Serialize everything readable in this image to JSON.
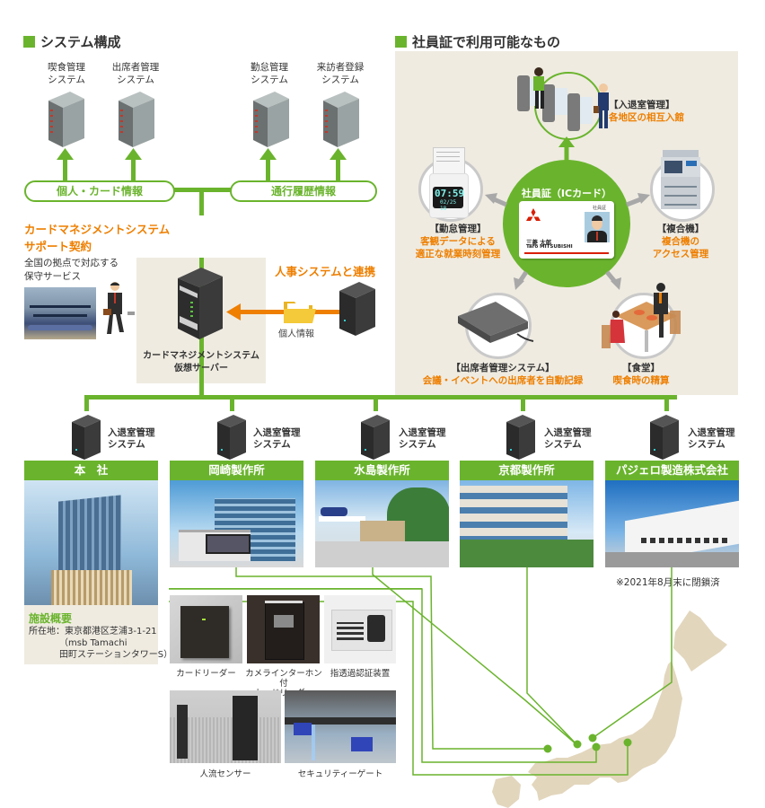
{
  "left_section": {
    "title": "システム構成",
    "top_systems": [
      {
        "line1": "喫食管理",
        "line2": "システム"
      },
      {
        "line1": "出席者管理",
        "line2": "システム"
      },
      {
        "line1": "勤怠管理",
        "line2": "システム"
      },
      {
        "line1": "来訪者登録",
        "line2": "システム"
      }
    ],
    "pill_left": "個人・カード情報",
    "pill_right": "通行履歴情報",
    "support": {
      "title_line1": "カードマネジメントシステム",
      "title_line2": "サポート契約",
      "desc_line1": "全国の拠点で対応する",
      "desc_line2": "保守サービス"
    },
    "hr_link": {
      "title": "人事システムと連携",
      "folder_label": "個人情報"
    },
    "virtual_server": {
      "line1": "カードマネジメントシステム",
      "line2": "仮想サーバー"
    }
  },
  "right_section": {
    "title": "社員証で利用可能なもの",
    "center": {
      "title": "社員証（ICカード）",
      "card_label": "社員証",
      "name_jp": "三菱 太郎",
      "name_en": "Taro MITSUBISHI"
    },
    "uses": [
      {
        "title": "【入退室管理】",
        "desc": [
          "各地区の相互入館"
        ]
      },
      {
        "title": "【勤怠管理】",
        "desc": [
          "客観データによる",
          "適正な就業時刻管理"
        ]
      },
      {
        "title": "【複合機】",
        "desc": [
          "複合機の",
          "アクセス管理"
        ]
      },
      {
        "title": "【出席者管理システム】",
        "desc": [
          "会議・イベントへの出席者を自動記録"
        ]
      },
      {
        "title": "【食堂】",
        "desc": [
          "喫食時の精算"
        ]
      }
    ],
    "clock_display": {
      "time": "07:59",
      "date": "02/25 18"
    }
  },
  "sites": {
    "system_label_line1": "入退室管理",
    "system_label_line2": "システム",
    "items": [
      {
        "name": "本　社"
      },
      {
        "name": "岡崎製作所"
      },
      {
        "name": "水島製作所"
      },
      {
        "name": "京都製作所"
      },
      {
        "name": "パジェロ製造株式会社",
        "note": "※2021年8月末に閉鎖済"
      }
    ]
  },
  "hq_info": {
    "title": "施設概要",
    "address_label": "所在地：",
    "address_line1": "東京都港区芝浦3-1-21",
    "address_line2": "（msb Tamachi",
    "address_line3": "田町ステーションタワーS）"
  },
  "devices": [
    {
      "label": "カードリーダー"
    },
    {
      "label": "カメラインターホン付",
      "label2": "カードリーダー"
    },
    {
      "label": "指透過認証装置"
    },
    {
      "label": "人流センサー"
    },
    {
      "label": "セキュリティーゲート"
    }
  ],
  "colors": {
    "green": "#6ab42d",
    "orange": "#ee7f00",
    "panel": "#efebe1",
    "map": "#e2d6bd"
  }
}
